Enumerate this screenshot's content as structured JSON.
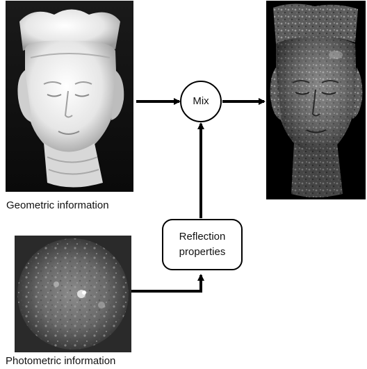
{
  "captions": {
    "geometric": "Geometric information",
    "photometric": "Photometric information"
  },
  "nodes": {
    "mix": "Mix",
    "reflection_line1": "Reflection",
    "reflection_line2": "properties"
  },
  "colors": {
    "arrow": "#000000",
    "node_border": "#000000",
    "node_fill": "#ffffff",
    "photo_background": "#000000",
    "statue_shaded": "#e8e8e8",
    "statue_rendered": "#6a6a6a"
  },
  "images": {
    "geometric_render": "statue-head-shaded-render",
    "photometric_map": "reflectance-sphere",
    "result_render": "statue-head-textured-render"
  }
}
